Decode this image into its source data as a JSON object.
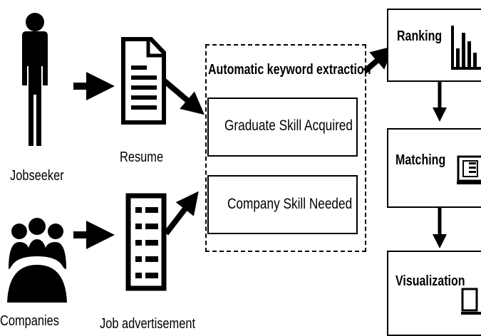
{
  "inputs": {
    "jobseeker_label": "Jobseeker",
    "companies_label": "Companies",
    "resume_label": "Resume",
    "job_ad_label": "Job advertisement"
  },
  "extraction": {
    "title": "Automatic keyword extraction",
    "graduate_box": "Graduate Skill Acquired",
    "company_box": "Company Skill Needed"
  },
  "pipeline": {
    "ranking": "Ranking",
    "matching": "Matching",
    "visualization": "Visualization"
  },
  "icons": [
    "person-icon",
    "group-icon",
    "document-icon",
    "checklist-icon",
    "bar-chart-icon",
    "matching-icon",
    "monitor-icon"
  ]
}
